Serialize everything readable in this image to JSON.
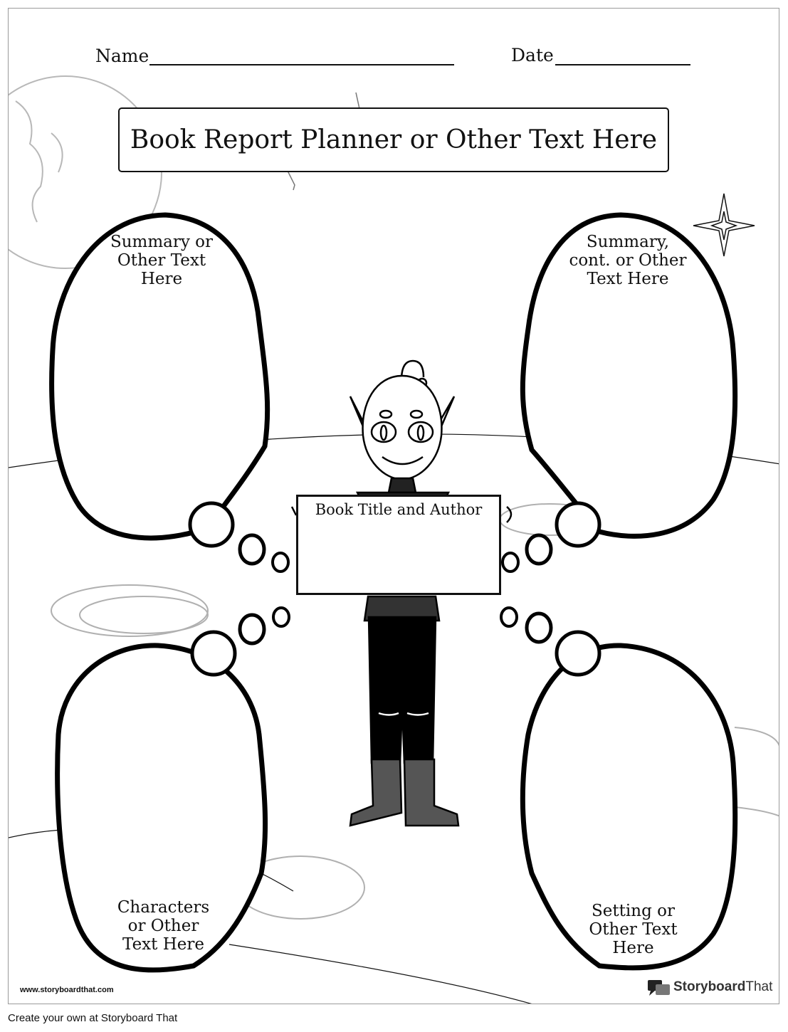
{
  "header": {
    "name_label": "Name",
    "date_label": "Date"
  },
  "title": "Book Report Planner or Other Text Here",
  "bubbles": {
    "top_left": "Summary or\nOther Text\nHere",
    "top_right": "Summary,\ncont. or Other\nText Here",
    "bottom_left": "Characters\nor Other\nText Here",
    "bottom_right": "Setting or\nOther Text\nHere"
  },
  "sign": {
    "label": "Book Title and Author"
  },
  "watermark": {
    "url": "www.storyboardthat.com",
    "logo_word_1": "Storyboard",
    "logo_word_2": "That",
    "logo_icon": "speech-bubbles-icon"
  },
  "footer": {
    "text": "Create your own at Storyboard That"
  },
  "colors": {
    "ink": "#111111",
    "background_art": "#b5b5b5",
    "boots": "#555555"
  }
}
